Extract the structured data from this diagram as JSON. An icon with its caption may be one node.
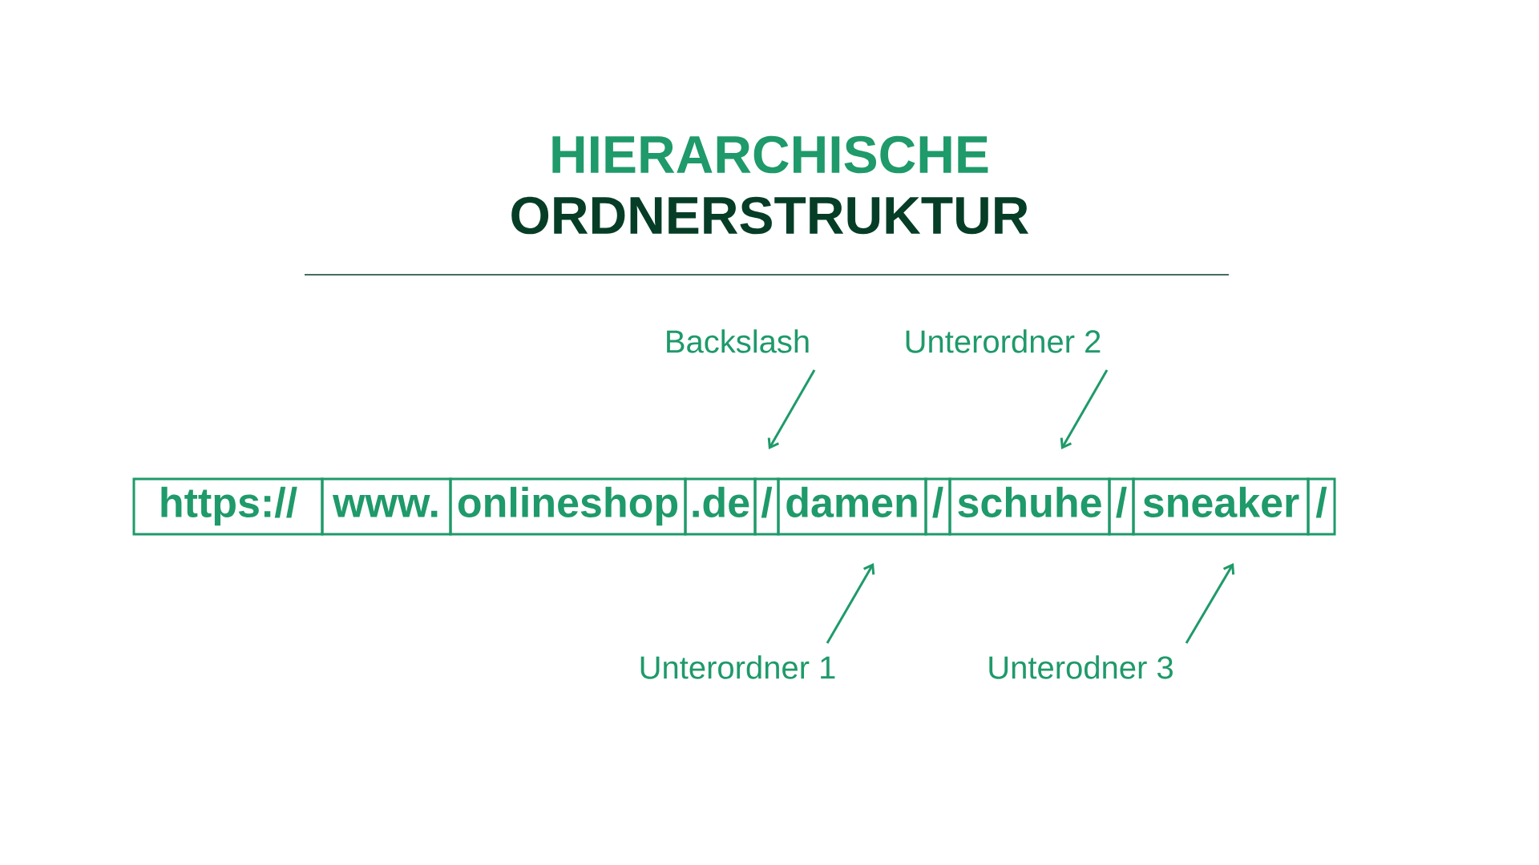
{
  "diagram": {
    "title": "HIERARCHISCHE",
    "nodes": [
      {
        "text": [
          "https://"
        ]
      },
      {
        "text": [
          "www."
        ]
      },
      {
        "text": [
          "onlineshop"
        ]
      },
      {
        "text": [
          ".de"
        ]
      },
      {
        "text": [
          "/"
        ]
      },
      {
        "text": [
          "damen"
        ]
      },
      {
        "text": [
          "/"
        ]
      },
      {
        "text": [
          "schuhe"
        ]
      },
      {
        "text": [
          "/"
        ]
      },
      {
        "text": [
          "sneaker"
        ]
      },
      {
        "text": [
          "/"
        ]
      },
      {
        "text": [
          "Backslash"
        ]
      },
      {
        "text": [
          "Unterordner 2"
        ]
      },
      {
        "text": [
          "Unterordner 1"
        ]
      },
      {
        "text": [
          "Unterodner 3"
        ]
      }
    ],
    "edges": [
      {
        "from": 11,
        "to": 4,
        "arrow": "to"
      },
      {
        "from": 12,
        "to": 7,
        "arrow": "to"
      },
      {
        "from": 13,
        "to": 5,
        "arrow": "to"
      },
      {
        "from": 14,
        "to": 9,
        "arrow": "to"
      }
    ],
    "labels": [
      "ORDNERSTRUKTUR"
    ]
  }
}
